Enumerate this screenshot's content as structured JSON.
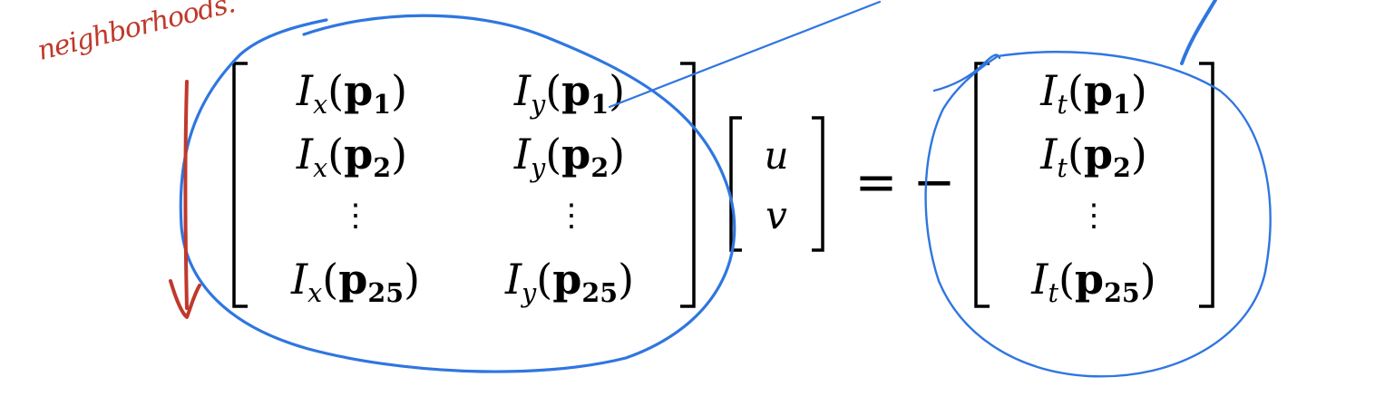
{
  "annotation": {
    "label": "neighborhoods.",
    "label_color": "#c0392b",
    "circle_color": "#2f76e0"
  },
  "matrix_A": {
    "rows": [
      {
        "ix_sym": "I",
        "ix_sub": "x",
        "ix_p": "p",
        "ix_idx": "1",
        "iy_sym": "I",
        "iy_sub": "y",
        "iy_p": "p",
        "iy_idx": "1"
      },
      {
        "ix_sym": "I",
        "ix_sub": "x",
        "ix_p": "p",
        "ix_idx": "2",
        "iy_sym": "I",
        "iy_sub": "y",
        "iy_p": "p",
        "iy_idx": "2"
      },
      {
        "ix_sym": "I",
        "ix_sub": "x",
        "ix_p": "p",
        "ix_idx": "25",
        "iy_sym": "I",
        "iy_sub": "y",
        "iy_p": "p",
        "iy_idx": "25"
      }
    ],
    "vdots": "⋮"
  },
  "vector_uv": {
    "u": "u",
    "v": "v"
  },
  "equals": "=",
  "minus": "−",
  "vector_b": {
    "rows": [
      {
        "sym": "I",
        "sub": "t",
        "p": "p",
        "idx": "1"
      },
      {
        "sym": "I",
        "sub": "t",
        "p": "p",
        "idx": "2"
      },
      {
        "sym": "I",
        "sub": "t",
        "p": "p",
        "idx": "25"
      }
    ],
    "vdots": "⋮"
  },
  "parens": {
    "open": "(",
    "close": ")"
  }
}
